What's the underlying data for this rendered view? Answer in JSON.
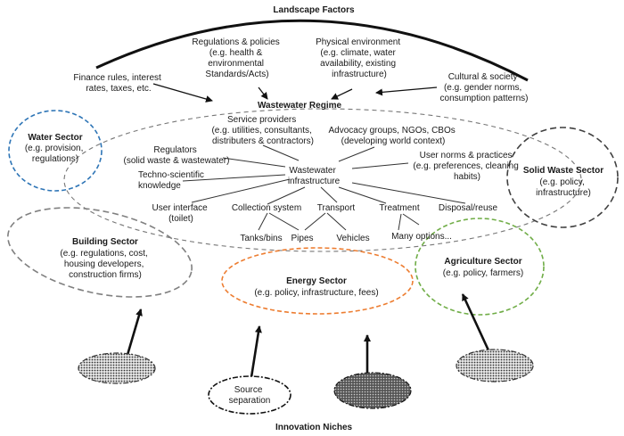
{
  "title": "Landscape Factors",
  "footer": "Innovation Niches",
  "landscape_factors": {
    "finance": [
      "Finance rules, interest",
      "rates, taxes, etc."
    ],
    "regulations": [
      "Regulations & policies",
      "(e.g. health  &",
      "environmental",
      "Standards/Acts)"
    ],
    "physical": [
      "Physical environment",
      "(e.g. climate, water",
      "availability, existing",
      "infrastructure)"
    ],
    "cultural": [
      "Cultural & society",
      "(e.g. gender norms,",
      "consumption patterns)"
    ]
  },
  "regime": {
    "title": "Wastewater Regime",
    "center": [
      "Wastewater",
      "infrastructure"
    ],
    "service_providers": [
      "Service providers",
      "(e.g. utilities, consultants,",
      "distributers & contractors)"
    ],
    "advocacy": [
      "Advocacy groups, NGOs, CBOs",
      "(developing world context)"
    ],
    "regulators": [
      "Regulators",
      "(solid waste & wastewater)"
    ],
    "user_norms": [
      "User norms & practices",
      "(e.g. preferences, cleaning",
      "habits)"
    ],
    "techno": [
      "Techno-scientific",
      "knowledge"
    ],
    "user_interface": [
      "User  interface",
      "(toilet)"
    ],
    "collection": "Collection system",
    "transport": "Transport",
    "treatment": "Treatment",
    "disposal": "Disposal/reuse",
    "tanks": "Tanks/bins",
    "pipes": "Pipes",
    "vehicles": "Vehicles",
    "many": "Many options..."
  },
  "sectors": {
    "water": {
      "title": "Water Sector",
      "lines": [
        "(e.g. provision,",
        "regulations)"
      ],
      "color": "#2e75b6"
    },
    "solid_waste": {
      "title": "Solid Waste  Sector",
      "lines": [
        "(e.g. policy,",
        "infrastructure)"
      ],
      "color": "#404040"
    },
    "building": {
      "title": "Building Sector",
      "lines": [
        "(e.g. regulations,  cost,",
        "housing developers,",
        "construction firms)"
      ],
      "color": "#808080"
    },
    "energy": {
      "title": "Energy Sector",
      "lines": [
        "(e.g. policy, infrastructure, fees)"
      ],
      "color": "#ed7d31"
    },
    "agriculture": {
      "title": "Agriculture Sector",
      "lines": [
        "(e.g. policy, farmers)"
      ],
      "color": "#70ad47"
    }
  },
  "niches": {
    "source_separation": [
      "Source",
      "separation"
    ]
  }
}
